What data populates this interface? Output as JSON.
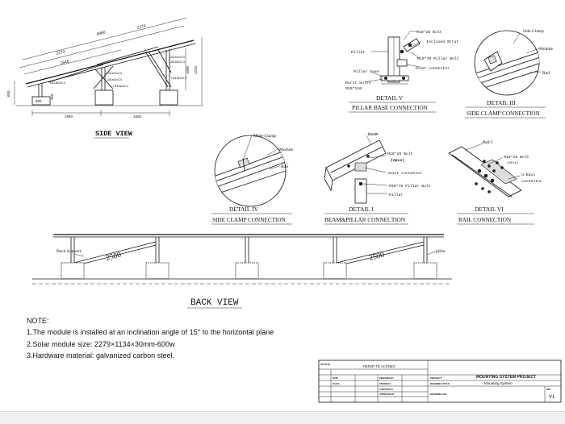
{
  "side_view": {
    "title": "SIDE VIEW",
    "dims": {
      "top_total": "4980",
      "top_seg": "2279",
      "rail_len_a": "2279",
      "rail_len_b": "1648",
      "strut_a": "U41x62x2.0",
      "strut_b": "U41x41x2.0",
      "strut_c": "U41x62x2.0",
      "strut_d": "U41x41x2.0",
      "strut_e": "U41x62x2.0",
      "strut_f": "U41x41x2.0",
      "strut_g": "U41x62x2.0",
      "left_h": "650",
      "left_h2": "1210",
      "mid_h": "450",
      "right_h": "1000",
      "base_w": "500",
      "span_a": "1650",
      "span_b": "1650"
    }
  },
  "detail_v": {
    "title": "DETAIL V",
    "caption": "PILLAR BASE CONNECTION",
    "labels": {
      "bolt": "M10*25 Bolt",
      "strut": "Inclined Strut",
      "pillar": "Pillar",
      "pillar_bolt": "M10*70 Pillar Bolt",
      "joint": "Joint connector",
      "pillar_base": "Pillar base",
      "burst": "Burst bolts",
      "burst_size": "M10*110"
    }
  },
  "detail_iii": {
    "title": "DETAIL III",
    "caption": "SIDE CLAMP CONNECTION",
    "labels": {
      "side_clamp": "Side Clamp",
      "module": "Module",
      "rail": "Rail"
    }
  },
  "detail_iv": {
    "title": "DETAIL IV",
    "caption": "SIDE CLAMP CONNECTION",
    "labels": {
      "mid_clamp": "Mide-Clamp",
      "module": "Module",
      "rail": "Rail"
    }
  },
  "detail_i": {
    "title": "DETAIL I",
    "caption": "BEAM&PILLAR CONNECTION",
    "labels": {
      "beam": "Beam",
      "bolt": "M10*25 Bolt",
      "pcs": "(2pcs)",
      "joint": "Joint connector",
      "pillar_bolt": "M10*70 Pillar Bolt",
      "pillar": "Pillar"
    }
  },
  "detail_vi": {
    "title": "DETAIL VI",
    "caption": "RAIL CONNECTION",
    "labels": {
      "rail": "Rail",
      "bolt": "M10*25 Bolt",
      "pcs": "(6Pcs)",
      "u_rail": "U Rail",
      "connector": "connector"
    }
  },
  "back_view": {
    "title": "BACK VIEW",
    "back_support": "Back Support",
    "dim_a": "2500",
    "dim_b": "2500",
    "pillar": "pillar"
  },
  "notes": {
    "heading": "NOTE:",
    "items": [
      "1.The module is installed at an inclination angle of 15° to the horizontal plane",
      "2.Solar module size: 2279×1134×30mm-600w",
      "3.Hardware material: galvanized carbon steel."
    ]
  },
  "title_block": {
    "status": "STATUS:",
    "refer": "REFER TO ACONEX",
    "designed_by": "DESIGNED BY",
    "drawn_by": "DRAWN BY",
    "checked_by": "CHECKED BY",
    "approved_by": "APPROVED BY",
    "date": "DATE",
    "scale": "SCALE",
    "project_label": "PROJECT:",
    "project": "MOUNTING SYSTEM PROJECT",
    "drawing_title_label": "DRAWING TITLE:",
    "drawing_title": "Mounting System",
    "drawing_no_label": "DRAWING NO:",
    "rev_label": "REV",
    "rev": "V1"
  }
}
